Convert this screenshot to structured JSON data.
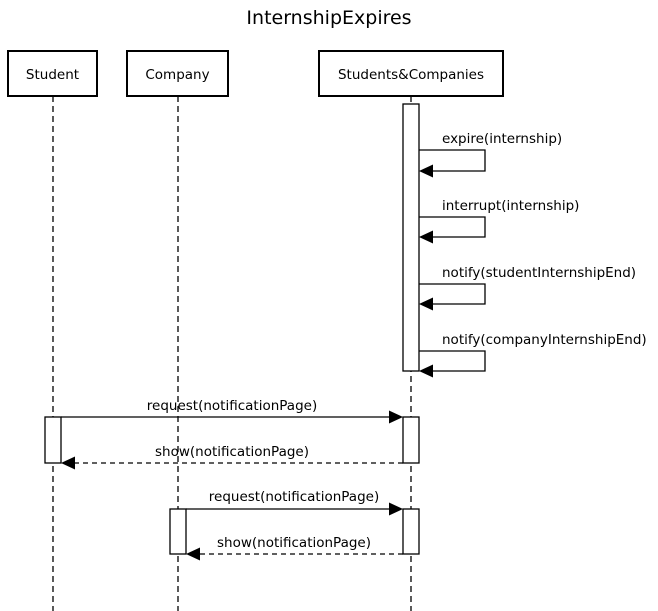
{
  "diagram": {
    "title": "InternshipExpires",
    "participants": [
      {
        "id": "student",
        "label": "Student"
      },
      {
        "id": "company",
        "label": "Company"
      },
      {
        "id": "sc",
        "label": "Students&Companies"
      }
    ],
    "messages": [
      {
        "label": "expire(internship)",
        "from": "sc",
        "to": "sc",
        "kind": "self"
      },
      {
        "label": "interrupt(internship)",
        "from": "sc",
        "to": "sc",
        "kind": "self"
      },
      {
        "label": "notify(studentInternshipEnd)",
        "from": "sc",
        "to": "sc",
        "kind": "self"
      },
      {
        "label": "notify(companyInternshipEnd)",
        "from": "sc",
        "to": "sc",
        "kind": "self"
      },
      {
        "label": "request(notificationPage)",
        "from": "student",
        "to": "sc",
        "kind": "sync"
      },
      {
        "label": "show(notificationPage)",
        "from": "sc",
        "to": "student",
        "kind": "return"
      },
      {
        "label": "request(notificationPage)",
        "from": "company",
        "to": "sc",
        "kind": "sync"
      },
      {
        "label": "show(notificationPage)",
        "from": "sc",
        "to": "company",
        "kind": "return"
      }
    ]
  }
}
